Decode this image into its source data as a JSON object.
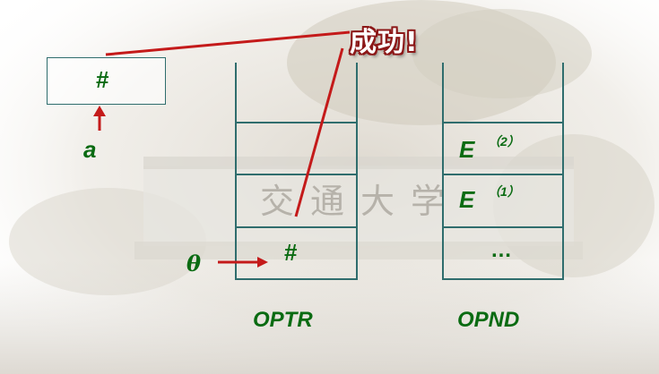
{
  "banner": {
    "text": "成功!",
    "color": "#8c1818"
  },
  "colors": {
    "text_green": "#0a6b12",
    "arrow_red": "#c41a1a",
    "border": "#2f6d6d"
  },
  "input": {
    "cell": "#",
    "pointer_label": "a"
  },
  "optr": {
    "label": "OPTR",
    "cells": [
      "",
      "",
      "",
      "#"
    ]
  },
  "opnd": {
    "label": "OPND",
    "cells": [
      "",
      "E",
      "E",
      "…"
    ],
    "superscripts": [
      "",
      "（2）",
      "（1）",
      ""
    ]
  },
  "theta": {
    "label": "θ"
  },
  "background": {
    "watermark": "交通大学"
  }
}
